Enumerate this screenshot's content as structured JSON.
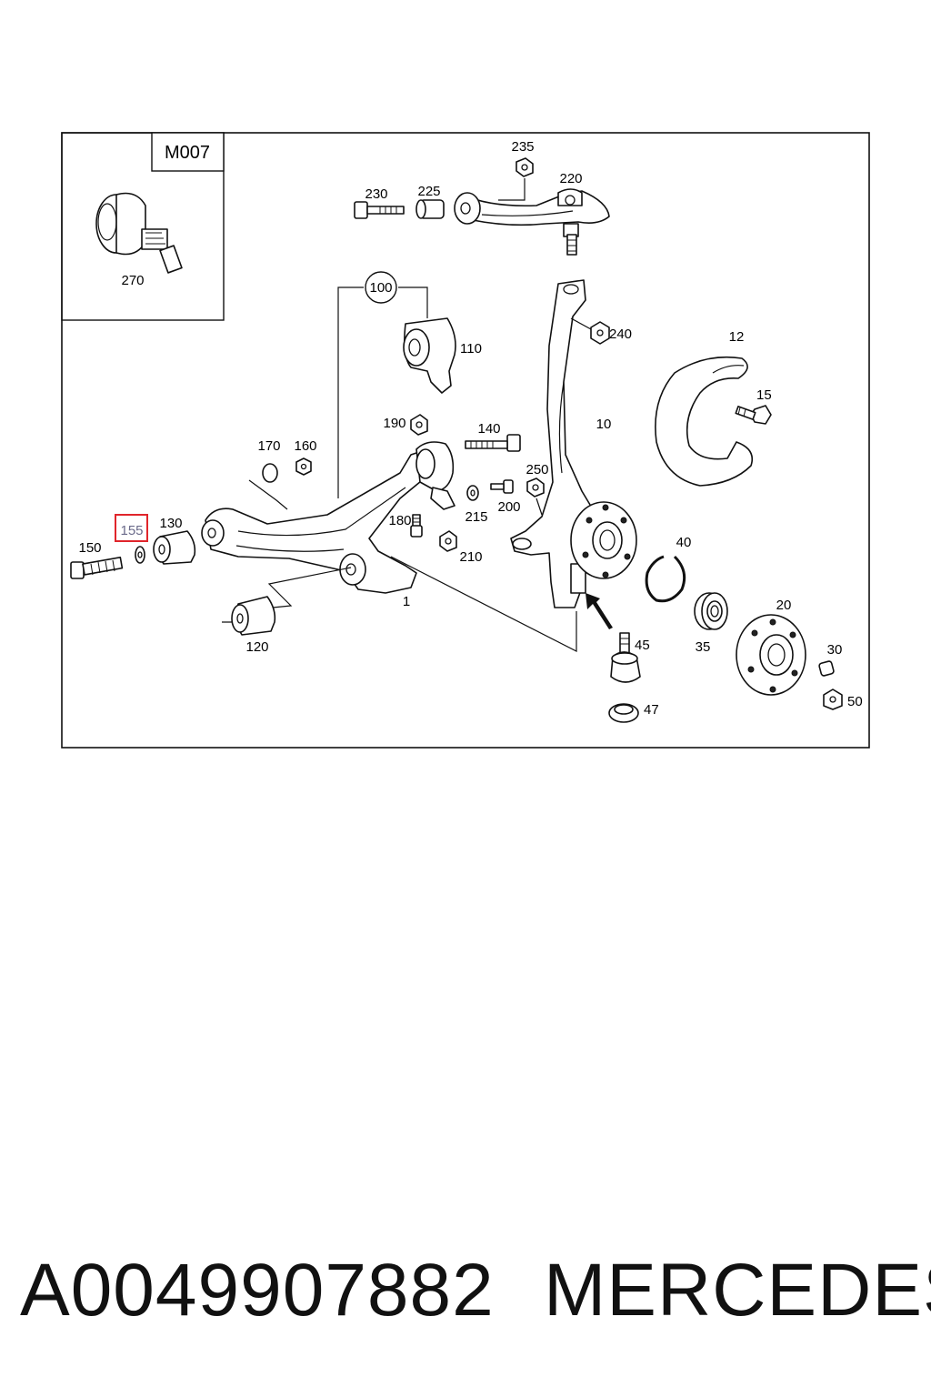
{
  "diagram": {
    "inset_code": "M007",
    "highlighted_part": "155",
    "labels": {
      "p270": "270",
      "p235": "235",
      "p230": "230",
      "p225": "225",
      "p220": "220",
      "p100": "100",
      "p110": "110",
      "p240": "240",
      "p12": "12",
      "p15": "15",
      "p10": "10",
      "p190": "190",
      "p140": "140",
      "p170": "170",
      "p160": "160",
      "p250": "250",
      "p200": "200",
      "p215": "215",
      "p180": "180",
      "p210": "210",
      "p155": "155",
      "p130": "130",
      "p150": "150",
      "p40": "40",
      "p20": "20",
      "p35": "35",
      "p30": "30",
      "p50": "50",
      "p45": "45",
      "p47": "47",
      "p120": "120",
      "p1": "1"
    },
    "colors": {
      "highlight": "#e0252b",
      "highlight_text": "#6a6a8a",
      "line": "#111111"
    }
  },
  "footer": {
    "part_number": "A0049907882",
    "brand": "MERCEDES"
  }
}
